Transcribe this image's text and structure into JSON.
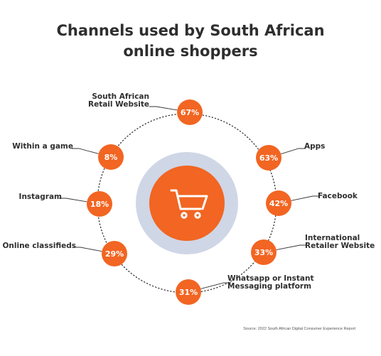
{
  "chart_data": {
    "type": "radial-bubble",
    "title_lines": [
      "Channels used by South African",
      "online shoppers"
    ],
    "categories": [
      [
        "South African",
        "Retail Website"
      ],
      [
        "Apps"
      ],
      [
        "Facebook"
      ],
      [
        "International",
        "Retailer  Website"
      ],
      [
        "Whatsapp or Instant",
        "Messaging platform"
      ],
      [
        "Online classifieds"
      ],
      [
        "Instagram"
      ],
      [
        "Within a game"
      ]
    ],
    "values": [
      67,
      63,
      42,
      33,
      31,
      29,
      18,
      8
    ],
    "value_labels": [
      "67%",
      "63%",
      "42%",
      "33%",
      "31%",
      "29%",
      "18%",
      "8%"
    ],
    "source": "Source: 2022 South African Digital Consumer Experience Report",
    "center_icon": "shopping-cart-icon",
    "colors": {
      "accent": "#f26522",
      "ring": "#cfd6e6",
      "text": "#2e2e2e",
      "dots": "#333333"
    }
  }
}
